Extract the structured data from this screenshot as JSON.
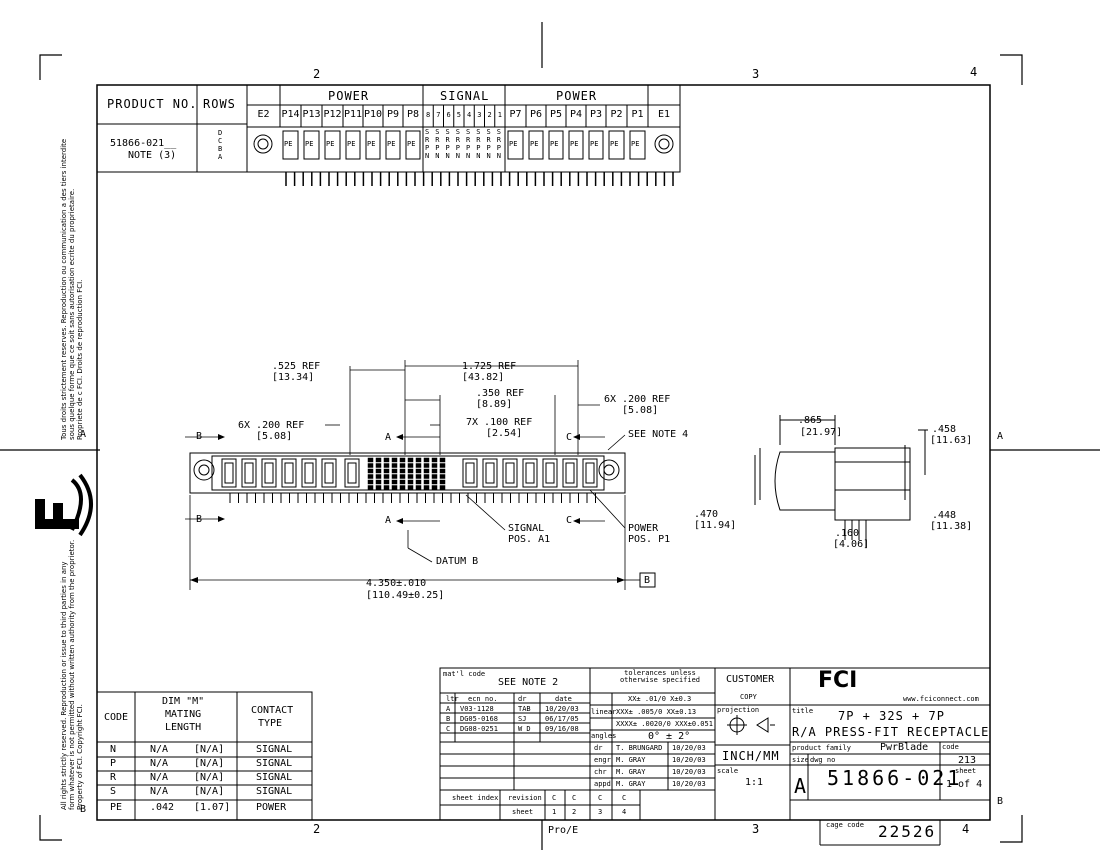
{
  "border": {
    "zones_top": [
      "2",
      "3",
      "4"
    ],
    "zones_bottom": [
      "2",
      "3",
      "4"
    ],
    "zones_side": [
      "A",
      "B"
    ],
    "bottom_center": "Pro/E"
  },
  "side_notes": {
    "fr_line1": "Tous droits strictement reserves.  Reproduction ou communication a des tiers interdite",
    "fr_line2": "sous quelque forme que ce soit sans autorisation ecrite du proprietaire.",
    "fr_line3": "Propriete de c FCI.  Droits de reproduction FCI.",
    "en_line1": "All rights strictly reserved.  Reproduction or issue to third parties in any",
    "en_line2": "form whatever is not permitted without written authority from the proprietor.",
    "en_line3": "Property of FCI.  Copyright FCI."
  },
  "logo": "FCI",
  "product_table": {
    "product_header": "PRODUCT NO.",
    "rows_header": "ROWS",
    "power_left_label": "POWER",
    "signal_label": "SIGNAL",
    "power_right_label": "POWER",
    "cols_left": [
      "E2",
      "P14",
      "P13",
      "P12",
      "P11",
      "P10",
      "P9",
      "P8"
    ],
    "signal_cols": [
      "8",
      "7",
      "6",
      "5",
      "4",
      "3",
      "2",
      "1"
    ],
    "cols_right": [
      "P7",
      "P6",
      "P5",
      "P4",
      "P3",
      "P2",
      "P1",
      "E1"
    ],
    "product_no": "51866-021__",
    "note": "NOTE (3)",
    "rows": [
      "D",
      "C",
      "B",
      "A"
    ],
    "pe_label": "PE",
    "signal_letters": [
      "S",
      "R",
      "P",
      "N"
    ]
  },
  "dimensions": {
    "d1": ".525   REF",
    "d1_mm": "[13.34]",
    "d2": "1.725   REF",
    "d2_mm": "[43.82]",
    "d3": ".350   REF",
    "d3_mm": "[8.89]",
    "d4": "7X .100  REF",
    "d4_mm": "[2.54]",
    "d5": "6X .200  REF",
    "d5_mm": "[5.08]",
    "d6": "6X .200  REF",
    "d6_mm": "[5.08]",
    "see_note_4": "SEE NOTE 4",
    "signal_pos": "SIGNAL",
    "signal_pos2": "POS. A1",
    "power_pos": "POWER",
    "power_pos2": "POS. P1",
    "datum": "DATUM B",
    "overall": "4.350±.010",
    "overall_mm": "[110.49±0.25]",
    "datum_box": "B",
    "section_a": "A",
    "section_b": "B",
    "section_c": "C",
    "side_865": ".865",
    "side_865_mm": "[21.97]",
    "side_458": ".458",
    "side_458_mm": "[11.63]",
    "side_470": ".470",
    "side_470_mm": "[11.94]",
    "side_448": ".448",
    "side_448_mm": "[11.38]",
    "side_160": ".160",
    "side_160_mm": "[4.06]"
  },
  "code_table": {
    "headers": [
      "CODE",
      "DIM \"M\" MATING LENGTH",
      "CONTACT TYPE"
    ],
    "header_dim_l1": "DIM \"M\"",
    "header_dim_l2": "MATING",
    "header_dim_l3": "LENGTH",
    "header_contact_l1": "CONTACT",
    "header_contact_l2": "TYPE",
    "rows": [
      {
        "code": "N",
        "in": "N/A",
        "mm": "[N/A]",
        "type": "SIGNAL"
      },
      {
        "code": "P",
        "in": "N/A",
        "mm": "[N/A]",
        "type": "SIGNAL"
      },
      {
        "code": "R",
        "in": "N/A",
        "mm": "[N/A]",
        "type": "SIGNAL"
      },
      {
        "code": "S",
        "in": "N/A",
        "mm": "[N/A]",
        "type": "SIGNAL"
      },
      {
        "code": "PE",
        "in": ".042",
        "mm": "[1.07]",
        "type": "POWER"
      }
    ]
  },
  "title_block": {
    "matl_code_label": "mat'l code",
    "matl_code": "SEE NOTE 2",
    "rev_headers": [
      "ltr",
      "ecn no.",
      "dr",
      "date"
    ],
    "revisions": [
      [
        "A",
        "V03-1128",
        "TAB",
        "10/20/03"
      ],
      [
        "B",
        "DG05-0168",
        "SJ",
        "06/17/05"
      ],
      [
        "C",
        "DG08-0251",
        "W D",
        "09/16/08"
      ]
    ],
    "tolerance_label": "tolerances unless otherwise specified",
    "tol_linear_label": "linear",
    "tol_angles_label": "angles",
    "tol_1": "XX± .01/0 X±0.3",
    "tol_2": "XXX± .005/0 XX±0.13",
    "tol_3": "XXXX± .0020/0 XXX±0.051",
    "tol_angle": "0° ± 2°",
    "signoffs": [
      [
        "dr",
        "T. BRUNGARD",
        "10/20/03"
      ],
      [
        "engr",
        "M. GRAY",
        "10/20/03"
      ],
      [
        "chr",
        "M. GRAY",
        "10/20/03"
      ],
      [
        "appd",
        "M. GRAY",
        "10/20/03"
      ]
    ],
    "sheet_index_label": "sheet index",
    "revision_label": "revision",
    "sheet_label": "sheet",
    "rev_cells": [
      "C",
      "C",
      "C",
      "C"
    ],
    "sheet_cells": [
      "1",
      "2",
      "3",
      "4"
    ],
    "customer": "CUSTOMER",
    "copy": "COPY",
    "projection": "projection",
    "units": "INCH/MM",
    "scale_label": "scale",
    "scale": "1:1",
    "logo_small": "FCI",
    "website": "www.fciconnect.com",
    "title_label": "title",
    "title_1": "7P  +  32S  +  7P",
    "title_2": "R/A  PRESS-FIT  RECEPTACLE",
    "product_family_label": "product family",
    "product_family": "PwrBlade",
    "code_label": "code",
    "code": "213",
    "size_label": "size",
    "size": "A",
    "dwg_no_label": "dwg no",
    "dwg_no": "51866-021",
    "sheet_no_label": "sheet",
    "sheet_no": "1 of 4",
    "cage_code_label": "cage code",
    "cage_code": "22526"
  }
}
